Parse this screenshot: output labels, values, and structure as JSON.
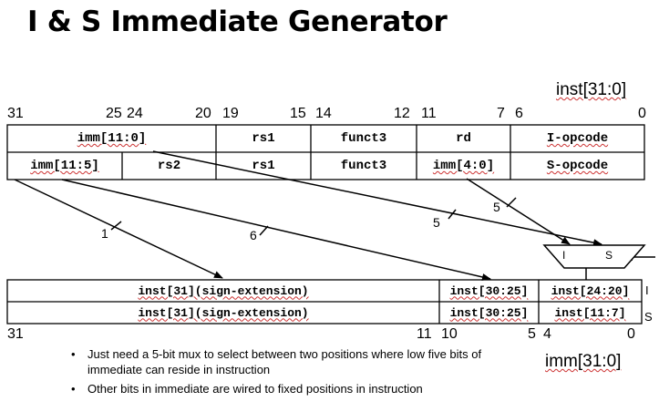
{
  "title": "I & S Immediate Generator",
  "inst_label": "inst[31:0]",
  "imm_label": "imm[31:0]",
  "top_bits": [
    "31",
    "25",
    "24",
    "20",
    "19",
    "15",
    "14",
    "12",
    "11",
    "7",
    "6",
    "0"
  ],
  "bottom_bits": [
    "31",
    "11",
    "10",
    "5",
    "4",
    "0"
  ],
  "i_row": {
    "imm": "imm[11:0]",
    "rs1": "rs1",
    "funct3": "funct3",
    "rd": "rd",
    "opcode": "I-opcode"
  },
  "s_row": {
    "imm_hi": "imm[11:5]",
    "rs2": "rs2",
    "rs1": "rs1",
    "funct3": "funct3",
    "imm_lo": "imm[4:0]",
    "opcode": "S-opcode"
  },
  "out_i_row": {
    "sign": "inst[31](sign-extension)",
    "mid": "inst[30:25]",
    "low": "inst[24:20]",
    "tag": "I"
  },
  "out_s_row": {
    "sign": "inst[31](sign-extension)",
    "mid": "inst[30:25]",
    "low": "inst[11:7]",
    "tag": "S"
  },
  "mux": {
    "left": "I",
    "right": "S"
  },
  "widths": {
    "w1": "1",
    "w6": "6",
    "w5a": "5",
    "w5b": "5"
  },
  "bullets": [
    "Just need a 5-bit mux to select between two positions where low five bits of immediate can reside in instruction",
    "Other bits in immediate are wired to fixed positions in instruction"
  ]
}
